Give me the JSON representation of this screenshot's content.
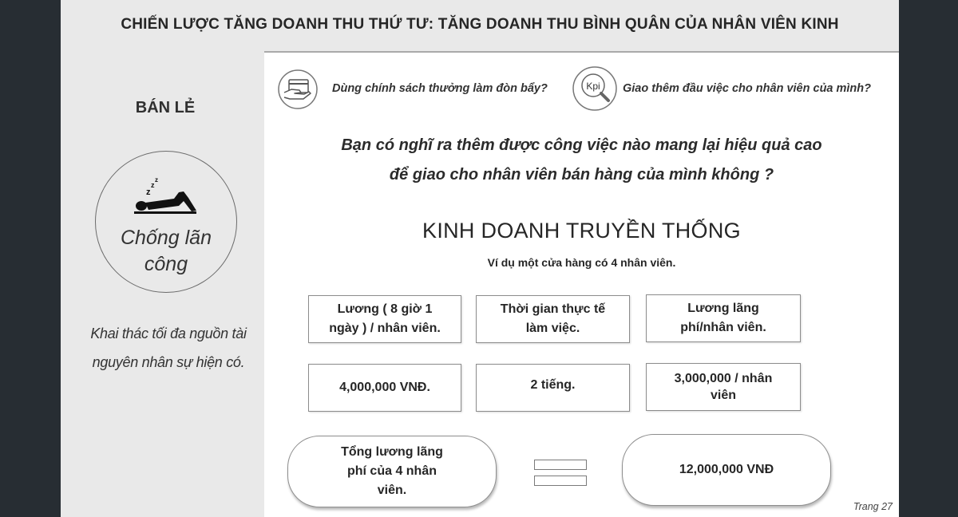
{
  "slide": {
    "title": "CHIẾN LƯỢC TĂNG DOANH THU THỨ TƯ: TĂNG DOANH THU BÌNH QUÂN CỦA NHÂN VIÊN KINH",
    "page_label": "Trang 27"
  },
  "sidebar": {
    "heading": "BÁN LẺ",
    "circle": {
      "icon": "sleeping-person-icon",
      "line1": "Chống lãn",
      "line2": "công"
    },
    "desc_line1": "Khai thác tối đa nguồn tài",
    "desc_line2": "nguyên nhân sự hiện có."
  },
  "tips": [
    {
      "icon": "card-hand-icon",
      "text": "Dùng chính sách thưởng làm đòn bẩy?"
    },
    {
      "icon": "kpi-magnifier-icon",
      "icon_text": "Kpi",
      "text": "Giao thêm đầu việc cho nhân viên của mình?"
    }
  ],
  "question": {
    "line1": "Bạn có nghĩ ra thêm được công việc nào mang lại hiệu quả cao",
    "line2": "để giao cho nhân viên bán hàng của mình không ?"
  },
  "section": {
    "title": "KINH DOANH TRUYỀN THỐNG",
    "example": "Ví dụ một cửa hàng có 4 nhân viên."
  },
  "table": {
    "headers": [
      {
        "line1": "Lương ( 8 giờ 1",
        "line2": "ngày ) / nhân viên."
      },
      {
        "line1": "Thời gian thực tế",
        "line2": "làm việc."
      },
      {
        "line1": "Lương lãng",
        "line2": "phí/nhân viên."
      }
    ],
    "values": [
      {
        "line1": "4,000,000 VNĐ.",
        "line2": ""
      },
      {
        "line1": "2 tiếng.",
        "line2": ""
      },
      {
        "line1": "3,000,000 / nhân",
        "line2": "viên"
      }
    ]
  },
  "result": {
    "label_line1": "Tổng lương lãng",
    "label_line2": "phí của 4 nhân",
    "label_line3": "viên.",
    "value": "12,000,000 VNĐ"
  }
}
